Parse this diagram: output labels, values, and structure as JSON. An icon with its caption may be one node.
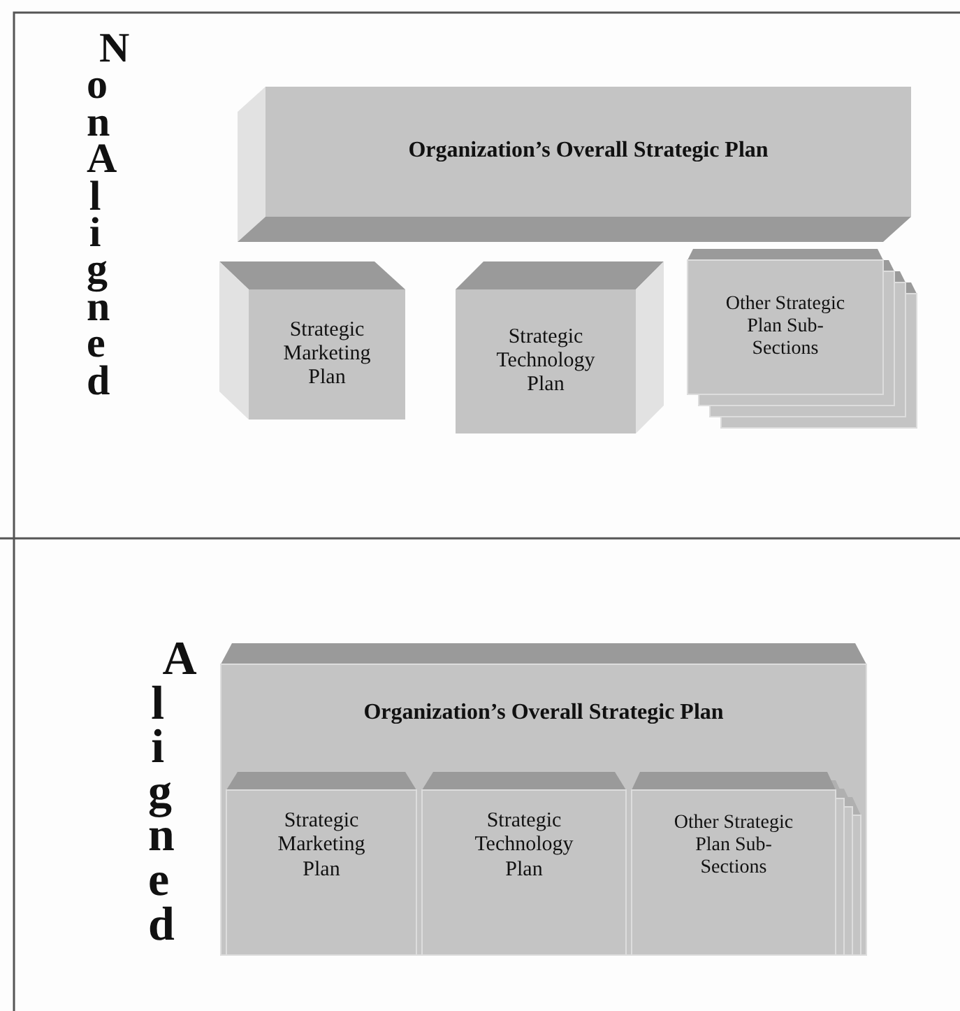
{
  "diagram": {
    "nodes": [
      {
        "text": [
          "Organization’s Overall Strategic Plan"
        ]
      },
      {
        "text": [
          "Strategic Marketing Plan"
        ]
      },
      {
        "text": [
          "Strategic Technology Plan"
        ]
      },
      {
        "text": [
          "Other Strategic Plan Sub-Sections"
        ]
      },
      {
        "text": [
          "Organization’s Overall Strategic Plan"
        ]
      },
      {
        "text": [
          "Strategic Marketing Plan"
        ],
        "in": 4
      },
      {
        "text": [
          "Strategic Technology Plan"
        ],
        "in": 4
      },
      {
        "text": [
          "Other Strategic Plan Sub-Sections"
        ],
        "in": 4
      }
    ],
    "labels": [
      "Non Aligned",
      "Aligned"
    ]
  }
}
